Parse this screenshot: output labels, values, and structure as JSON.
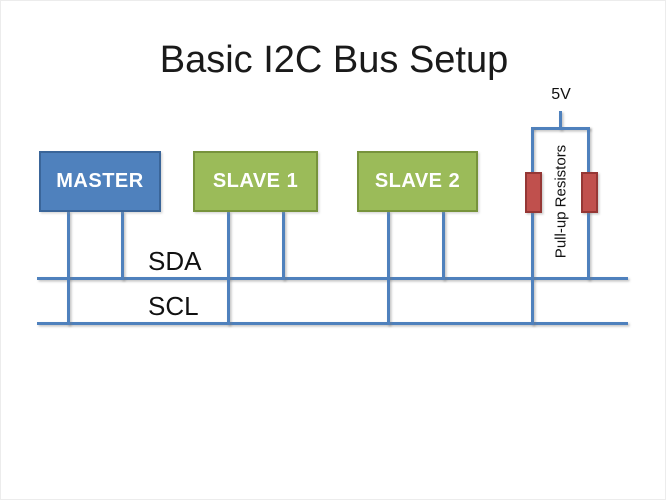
{
  "title": "Basic I2C Bus Setup",
  "nodes": [
    {
      "label": "MASTER",
      "role": "master",
      "fill": "#4F81BD",
      "border": "#3A6599"
    },
    {
      "label": "SLAVE 1",
      "role": "slave",
      "fill": "#9BBB59",
      "border": "#77933C"
    },
    {
      "label": "SLAVE 2",
      "role": "slave",
      "fill": "#9BBB59",
      "border": "#77933C"
    }
  ],
  "buses": [
    {
      "label": "SDA"
    },
    {
      "label": "SCL"
    }
  ],
  "power_rail": {
    "label": "5V"
  },
  "pullups": {
    "label": "Pull-up Resistors",
    "count": 2,
    "fill": "#C0504D",
    "border": "#953735"
  },
  "wire_color": "#4F81BD",
  "connections": [
    "MASTER to SDA",
    "MASTER to SCL",
    "SLAVE 1 to SDA",
    "SLAVE 1 to SCL",
    "SLAVE 2 to SDA",
    "SLAVE 2 to SCL",
    "5V rail through pull-up resistor to SDA",
    "5V rail through pull-up resistor to SCL"
  ]
}
